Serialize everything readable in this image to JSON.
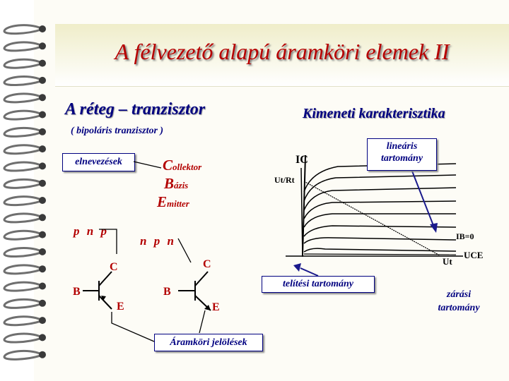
{
  "slide": {
    "title": "A félvezető alapú áramköri elemek II",
    "subtitle": "A réteg – tranzisztor",
    "parenthetical": "( bipoláris tranzisztor )",
    "output_char_title": "Kimeneti karakterisztika"
  },
  "terms": {
    "names_box": "elnevezések",
    "collector_initial": "C",
    "collector_rest": "ollektor",
    "base_initial": "B",
    "base_rest": "ázis",
    "emitter_initial": "E",
    "emitter_rest": "mitter"
  },
  "transistors": {
    "pnp": "p n p",
    "npn": "n p n",
    "c": "C",
    "b": "B",
    "e": "E",
    "symbols_box": "Áramköri jelölések"
  },
  "graph": {
    "ic_label": "IC",
    "ut_label": "Ut/Rt",
    "ib_label": "IB=0",
    "uce_label": "UCE",
    "ut_axis": "Ut",
    "linear_region": "lineáris tartomány",
    "saturation_region": "telítési tartomány",
    "cutoff_region": "zárási tartomány"
  },
  "colors": {
    "title_red": "#b60000",
    "navy": "#000080",
    "dark_red": "#b30000"
  }
}
